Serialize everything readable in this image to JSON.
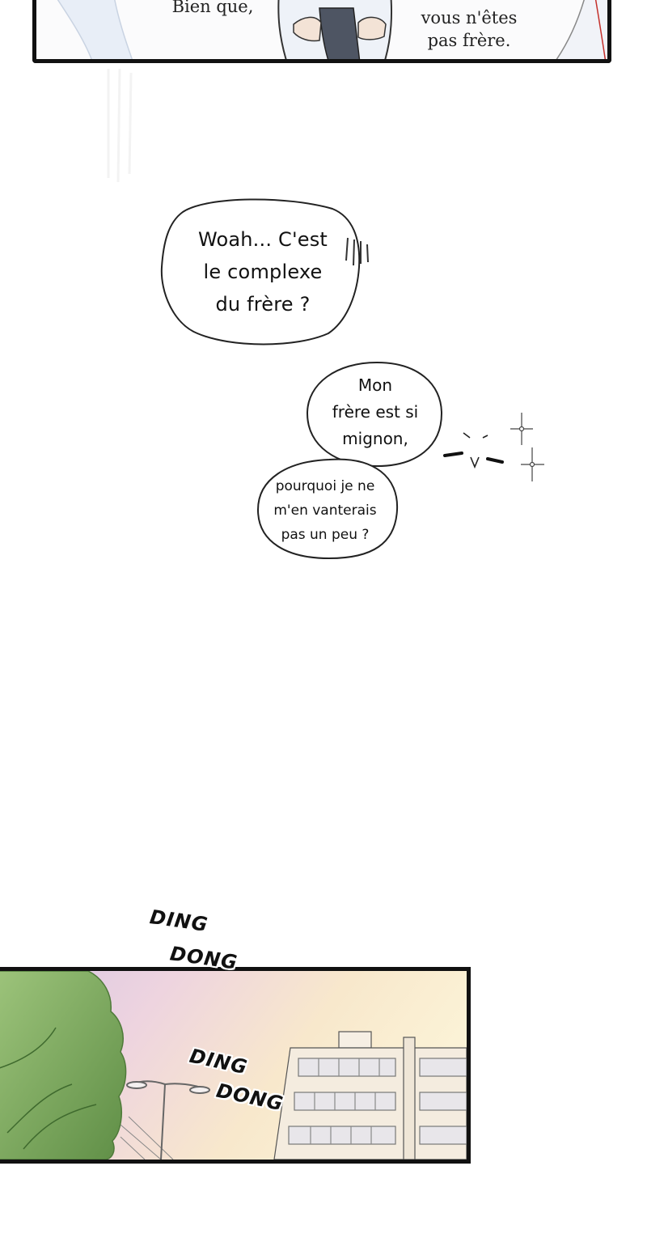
{
  "top_panel": {
    "text_left": "Bien que,",
    "text_right": "vous n'êtes\npas frère."
  },
  "bubbles": [
    {
      "text": "Woah... C'est\nle complexe\ndu frère ?"
    },
    {
      "text": "Mon\nfrère est si\nmignon,"
    },
    {
      "text": "pourquoi je ne\nm'en vanterais\npas un peu ?"
    }
  ],
  "sound_effects": {
    "outside_word1": "DING",
    "outside_word2": "DONG",
    "inside_word1": "DING",
    "inside_word2": "DONG"
  },
  "colors": {
    "ink": "#111111",
    "sky_pink": "#e9cfe0",
    "sky_yellow": "#f8ecc8",
    "foliage_green": "#7fa85a",
    "building": "#f4ecdf"
  }
}
